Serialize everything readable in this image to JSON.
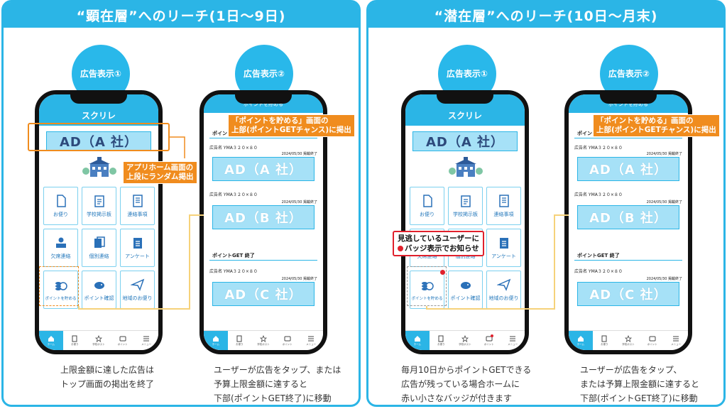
{
  "left_panel": {
    "title": "“顕在層”へのリーチ(1日～9日)",
    "bubble1": "広告表示①",
    "bubble2": "広告表示②",
    "caption1": [
      "上限金額に達した広告は",
      "トップ画面の掲出を終了"
    ],
    "caption2": [
      "ユーザーが広告をタップ、または",
      "予算上限金額に達すると",
      "下部(ポイントGET終了)に移動"
    ],
    "callout_home": [
      "アプリホーム画面の",
      "上段にランダム掲出"
    ],
    "callout_points": [
      "「ポイントを貯める」画面の",
      "上部(ポイントGETチャンス)に掲出"
    ]
  },
  "right_panel": {
    "title": "“潜在層”へのリーチ(10日～月末)",
    "bubble1": "広告表示①",
    "bubble2": "広告表示②",
    "caption1": [
      "毎月10日からポイントGETできる",
      "広告が残っている場合ホームに",
      "赤い小さなバッジが付きます"
    ],
    "caption2": [
      "ユーザーが広告をタップ、",
      "または予算上限金額に達すると",
      "下部(ポイントGET終了)に移動"
    ],
    "callout_badge": [
      "見逃しているユーザーに",
      "バッジ表示でお知らせ"
    ],
    "callout_points": [
      "「ポイントを貯める」画面の",
      "上部(ポイントGETチャンス)に掲出"
    ]
  },
  "home_screen": {
    "app_title": "スクリレ",
    "ad_top": "AD（A 社）",
    "tiles": [
      {
        "label": "お便り",
        "icon": "document-icon"
      },
      {
        "label": "学校掲示板",
        "icon": "clipboard-icon"
      },
      {
        "label": "連絡事項",
        "icon": "notebook-icon"
      },
      {
        "label": "欠席連絡",
        "icon": "person-desk-icon"
      },
      {
        "label": "個別連絡",
        "icon": "documents-icon"
      },
      {
        "label": "アンケート",
        "icon": "survey-icon"
      },
      {
        "label": "ポイントを貯める",
        "icon": "coins-icon"
      },
      {
        "label": "ポイント確認",
        "icon": "piggy-bank-icon"
      },
      {
        "label": "地域のお便り",
        "icon": "paper-plane-icon"
      }
    ],
    "tabs": [
      "ホーム",
      "お便り",
      "学校ポスト",
      "ポイント",
      "メニュー"
    ]
  },
  "points_screen": {
    "header": "ポイントを貯める",
    "section_chance": "ポイントGETチャンス",
    "section_end": "ポイントGET 終了",
    "ads": [
      {
        "name": "広告名 YMA３２０×８０",
        "date": "2024/05/30 掲載終了",
        "label": "AD（A 社）"
      },
      {
        "name": "広告名 YMA３２０×８０",
        "date": "2024/05/30 掲載終了",
        "label": "AD（B 社）"
      },
      {
        "name": "広告名 YMA３２０×８０",
        "date": "2024/05/30 掲載終了",
        "label": "AD（C 社）"
      }
    ]
  },
  "colors": {
    "primary": "#2bb5e6",
    "ad_fill": "#a6e1f7",
    "accent": "#f08c1e",
    "badge": "#e0202c"
  }
}
